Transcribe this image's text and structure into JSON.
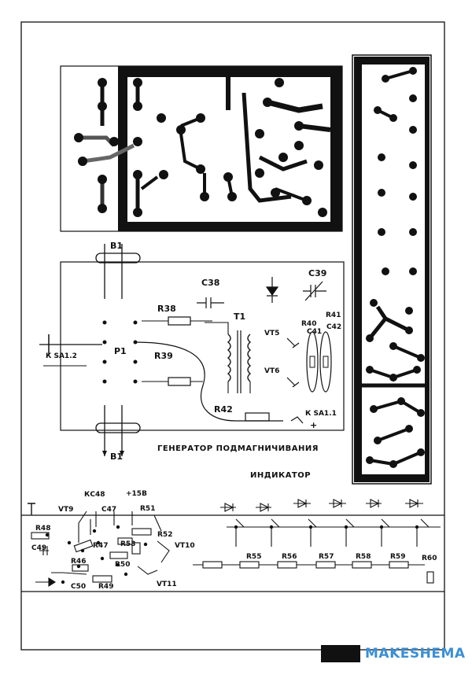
{
  "captions": {
    "generator": "ГЕНЕРАТОР ПОДМАГНИЧИВАНИЯ",
    "indicator": "ИНДИКАТОР"
  },
  "generator_board_labels": {
    "b1_top": "В1",
    "b1_bottom": "В1",
    "c38": "С38",
    "c39": "С39",
    "r38": "R38",
    "r39": "R39",
    "r40": "R40",
    "r41": "R41",
    "r42": "R42",
    "c41": "С41",
    "c42": "С42",
    "t1": "Т1",
    "p1": "Р1",
    "vt5": "VТ5",
    "vt6": "VТ6",
    "sa12": "К SА1.2",
    "sa11": "К SА1.1",
    "plus": "+"
  },
  "control_labels": {
    "kc48": "КС48",
    "plus15": "+15В",
    "vt9": "VТ9",
    "c47": "С47",
    "r51": "R51",
    "r48": "R48",
    "r52": "R52",
    "c49": "С49",
    "r47": "R47",
    "r53": "R53",
    "vt10": "VТ10",
    "r46": "R46",
    "r50": "R50",
    "c50": "С50",
    "r49": "R49",
    "vt11": "VТ11"
  },
  "indicator_labels": {
    "r55": "R55",
    "r56": "R56",
    "r57": "R57",
    "r58": "R58",
    "r59": "R59",
    "r60": "R60"
  },
  "watermark": {
    "brand": "MAKESHEMA"
  },
  "colors": {
    "ink": "#111111",
    "paper": "#ffffff",
    "brand": "#3a8fd6"
  }
}
